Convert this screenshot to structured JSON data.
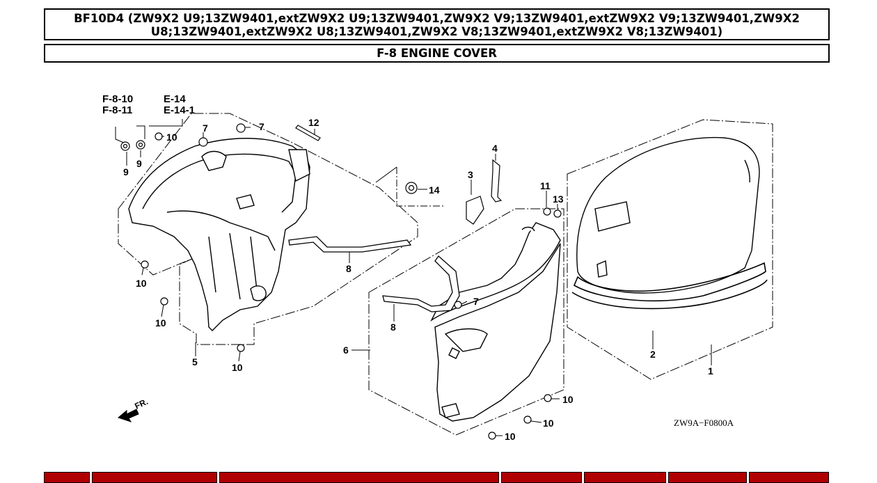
{
  "header": {
    "model_line": "BF10D4 (ZW9X2 U9;13ZW9401,extZW9X2 U9;13ZW9401,ZW9X2 V9;13ZW9401,extZW9X2 V9;13ZW9401,ZW9X2 U8;13ZW9401,extZW9X2 U8;13ZW9401,ZW9X2 V8;13ZW9401,extZW9X2 V8;13ZW9401)",
    "section_title": "F-8 ENGINE COVER"
  },
  "diagram": {
    "refs": {
      "f810": "F-8-10",
      "f811": "F-8-11",
      "e14": "E-14",
      "e141": "E-14-1"
    },
    "callouts": {
      "c1": "1",
      "c2": "2",
      "c3": "3",
      "c4": "4",
      "c5": "5",
      "c6": "6",
      "c7a": "7",
      "c7b": "7",
      "c7c": "7",
      "c8a": "8",
      "c8b": "8",
      "c9a": "9",
      "c9b": "9",
      "c10a": "10",
      "c10b": "10",
      "c10c": "10",
      "c10d": "10",
      "c10e": "10",
      "c10f": "10",
      "c10g": "10",
      "c11": "11",
      "c12": "12",
      "c13": "13",
      "c14": "14"
    },
    "direction_label": "FR.",
    "drawing_code": "ZW9A−F0800A",
    "line_color": "#000000"
  },
  "parts_table": {
    "header_color": "#b00000"
  }
}
